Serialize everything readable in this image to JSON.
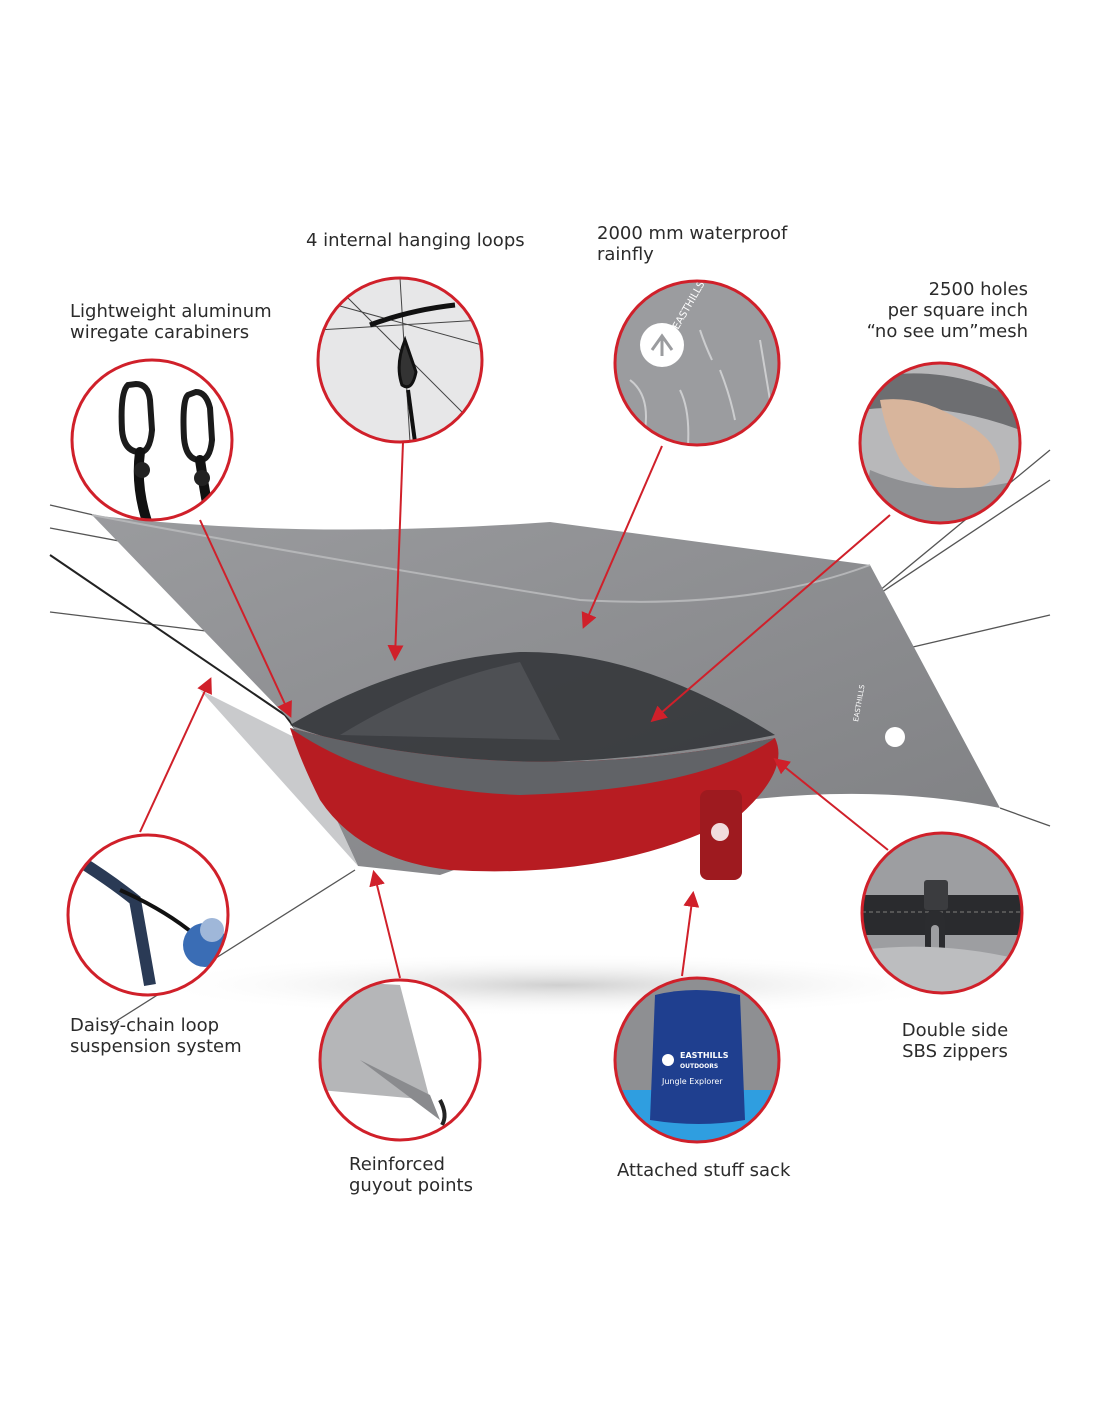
{
  "brand": {
    "name_line1": "EASTHILLS",
    "name_line2": "OUTDOORS",
    "sack_product": "Jungle Explorer"
  },
  "callouts": {
    "hanging_loops": {
      "lines": [
        "4 internal hanging loops"
      ]
    },
    "rainfly": {
      "lines": [
        "2000 mm waterproof",
        "rainfly"
      ]
    },
    "carabiners": {
      "lines": [
        "Lightweight aluminum",
        "wiregate carabiners"
      ]
    },
    "mesh": {
      "lines": [
        "2500 holes",
        "per square inch",
        "“no see um”mesh"
      ]
    },
    "daisy_chain": {
      "lines": [
        "Daisy-chain loop",
        "suspension system"
      ]
    },
    "zippers": {
      "lines": [
        "Double side",
        "SBS zippers"
      ]
    },
    "guyout": {
      "lines": [
        "Reinforced",
        "guyout points"
      ]
    },
    "stuff_sack": {
      "lines": [
        "Attached stuff sack"
      ]
    }
  },
  "colors": {
    "accent_red": "#d0202a",
    "tarp_gray": "#8d8e91",
    "hammock_red": "#b71c22",
    "sack_blue": "#1f3f8f"
  }
}
